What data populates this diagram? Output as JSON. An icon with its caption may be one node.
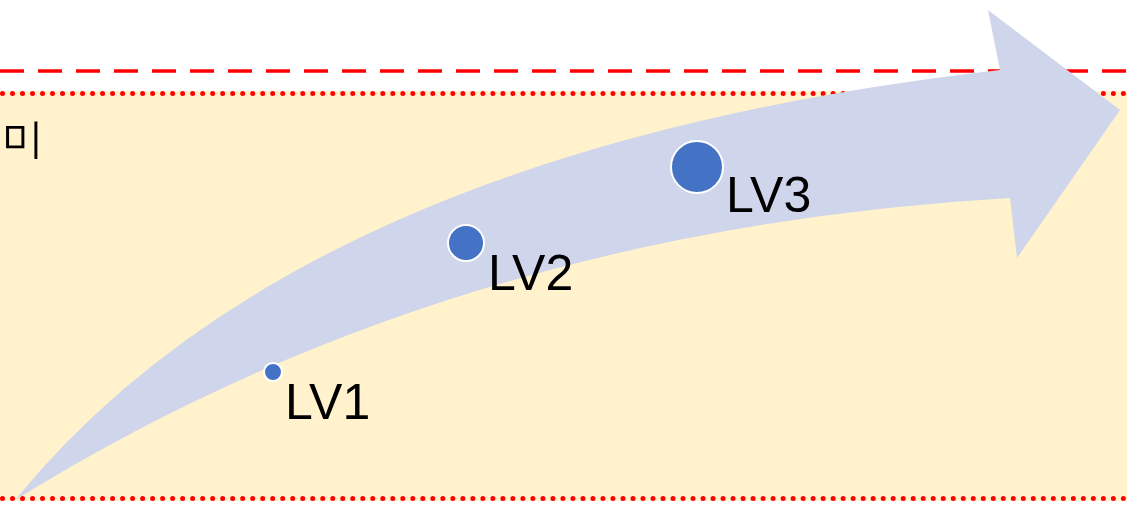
{
  "diagram": {
    "nodes": [
      {
        "text": [
          "미"
        ]
      },
      {
        "text": [],
        "shape": "circle",
        "in": 0,
        "beside": [
          "LV1"
        ]
      },
      {
        "text": [],
        "shape": "circle",
        "in": 0,
        "beside": [
          "LV2"
        ]
      },
      {
        "text": [],
        "shape": "circle",
        "in": 0,
        "beside": [
          "LV3"
        ]
      }
    ],
    "edges": []
  }
}
